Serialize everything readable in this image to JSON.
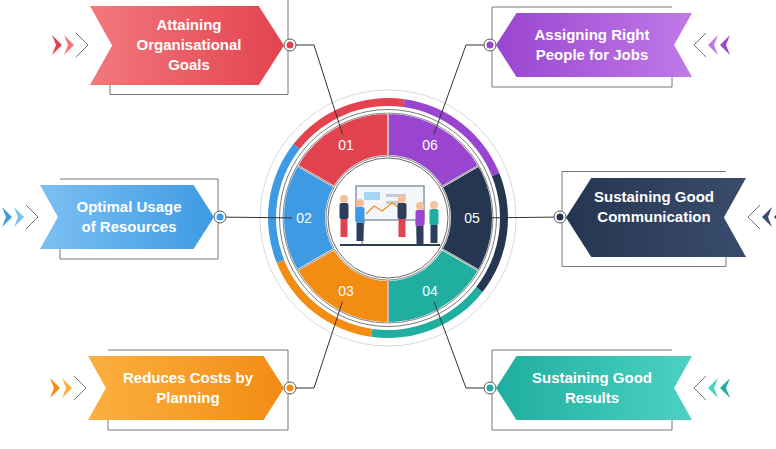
{
  "diagram": {
    "nodes": [
      {
        "text": [
          "Attaining Organisational Goals"
        ]
      },
      {
        "text": [
          "Optimal Usage of Resources"
        ]
      },
      {
        "text": [
          "Reduces Costs by Planning"
        ]
      },
      {
        "text": [
          "Sustaining Good Results"
        ]
      },
      {
        "text": [
          "Sustaining Good Communication"
        ]
      },
      {
        "text": [
          "Assigning Right People for Jobs"
        ]
      },
      {
        "text": [
          "01"
        ]
      },
      {
        "text": [
          "02"
        ]
      },
      {
        "text": [
          "03"
        ]
      },
      {
        "text": [
          "04"
        ]
      },
      {
        "text": [
          "05"
        ]
      },
      {
        "text": [
          "06"
        ]
      }
    ],
    "edges": [
      {
        "from": 0,
        "to": 6,
        "arrow": "none"
      },
      {
        "from": 1,
        "to": 7,
        "arrow": "none"
      },
      {
        "from": 2,
        "to": 8,
        "arrow": "none"
      },
      {
        "from": 3,
        "to": 9,
        "arrow": "none"
      },
      {
        "from": 4,
        "to": 10,
        "arrow": "none"
      },
      {
        "from": 5,
        "to": 11,
        "arrow": "none"
      }
    ]
  }
}
